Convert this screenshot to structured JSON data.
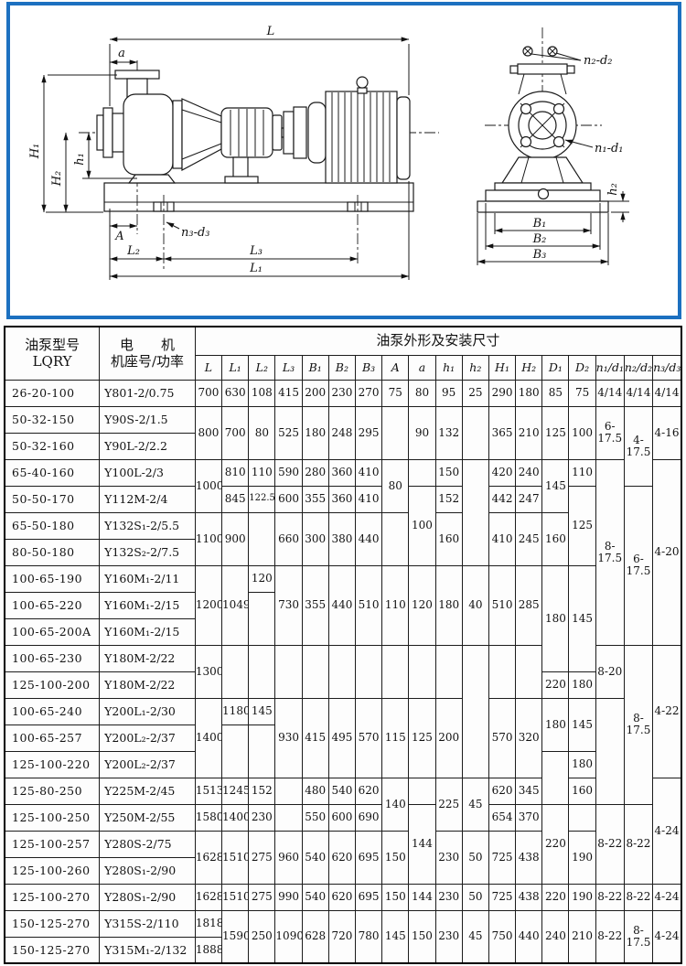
{
  "drawing": {
    "frame_color": "#1c70c0",
    "labels": {
      "L": "L",
      "a": "a",
      "H1": "H₁",
      "H2": "H₂",
      "h1": "h₁",
      "A": "A",
      "n3d3": "n₃-d₃",
      "L2": "L₂",
      "L3": "L₃",
      "L1": "L₁",
      "n2d2": "n₂-d₂",
      "n1d1": "n₁-d₁",
      "h2": "h₂",
      "B1": "B₁",
      "B2": "B₂",
      "B3": "B₃"
    }
  },
  "table": {
    "header": {
      "model_line1": "油泵型号",
      "model_line2": "LQRY",
      "motor_line1": "电　　机",
      "motor_line2": "机座号/功率",
      "span_title": "油泵外形及安装尺寸",
      "dims": [
        "L",
        "L₁",
        "L₂",
        "L₃",
        "B₁",
        "B₂",
        "B₃",
        "A",
        "a",
        "h₁",
        "h₂",
        "H₁",
        "H₂",
        "D₁",
        "D₂",
        "n₁/d₁",
        "n₂/d₂",
        "n₃/d₃"
      ]
    },
    "rows": [
      {
        "m": "26-20-100",
        "e": "Y801-2/0.75",
        "c": [
          [
            "700"
          ],
          [
            "630"
          ],
          [
            "108"
          ],
          [
            "415"
          ],
          [
            "200"
          ],
          [
            "230"
          ],
          [
            "270"
          ],
          [
            "75"
          ],
          [
            "80"
          ],
          [
            "95"
          ],
          [
            "25"
          ],
          [
            "290"
          ],
          [
            "180"
          ],
          [
            "85"
          ],
          [
            "75"
          ],
          [
            "4/14"
          ],
          [
            "4/14"
          ],
          [
            "4/14"
          ]
        ]
      },
      {
        "m": "50-32-150",
        "e": "Y90S-2/1.5",
        "c": [
          [
            "800",
            2
          ],
          [
            "700",
            2
          ],
          [
            "80",
            2
          ],
          [
            "525",
            2
          ],
          [
            "180",
            2
          ],
          [
            "248",
            2
          ],
          [
            "295",
            2
          ],
          [
            "",
            2
          ],
          [
            "90",
            2
          ],
          [
            "132",
            2
          ],
          [
            "",
            2
          ],
          [
            "365",
            2
          ],
          [
            "210",
            2
          ],
          [
            "125",
            2
          ],
          [
            "100",
            2
          ],
          [
            "6-17.5",
            2
          ],
          [
            "4-17.5",
            3
          ],
          [
            "4-16",
            2
          ]
        ]
      },
      {
        "m": "50-32-160",
        "e": "Y90L-2/2.2",
        "c": []
      },
      {
        "m": "65-40-160",
        "e": "Y100L-2/3",
        "c": [
          [
            "1000",
            2
          ],
          [
            "810"
          ],
          [
            "110"
          ],
          [
            "590"
          ],
          [
            "280"
          ],
          [
            "360"
          ],
          [
            "410"
          ],
          [
            "80",
            2
          ],
          [
            ""
          ],
          [
            "150"
          ],
          [
            "",
            4
          ],
          [
            "420"
          ],
          [
            "240"
          ],
          [
            "145",
            2
          ],
          [
            "110"
          ],
          [
            "8-17.5",
            7
          ],
          [
            "4-20",
            7
          ]
        ]
      },
      {
        "m": "50-50-170",
        "e": "Y112M-2/4",
        "c": [
          [
            "845"
          ],
          [
            "122.5",
            1,
            "s"
          ],
          [
            "600"
          ],
          [
            "355"
          ],
          [
            "360"
          ],
          [
            "410"
          ],
          [
            "100",
            3
          ],
          [
            "152"
          ],
          [
            "442"
          ],
          [
            "247"
          ],
          [
            "125",
            3
          ],
          [
            "6-17.5",
            6
          ]
        ]
      },
      {
        "m": "65-50-180",
        "e": "Y132S₁-2/5.5",
        "c": [
          [
            "1100",
            2
          ],
          [
            "900",
            2
          ],
          [
            "",
            2
          ],
          [
            "660",
            2
          ],
          [
            "300",
            2
          ],
          [
            "380",
            2
          ],
          [
            "440",
            2
          ],
          [
            "",
            2
          ],
          [
            "160",
            2
          ],
          [
            "410",
            2
          ],
          [
            "245",
            2
          ],
          [
            "160",
            2
          ]
        ]
      },
      {
        "m": "80-50-180",
        "e": "Y132S₂-2/7.5",
        "c": []
      },
      {
        "m": "100-65-190",
        "e": "Y160M₁-2/11",
        "c": [
          [
            "1200",
            3
          ],
          [
            "1049",
            3
          ],
          [
            "120"
          ],
          [
            "730",
            3
          ],
          [
            "355",
            3
          ],
          [
            "440",
            3
          ],
          [
            "510",
            3
          ],
          [
            "110",
            3
          ],
          [
            "120",
            3
          ],
          [
            "180",
            3
          ],
          [
            "40",
            3
          ],
          [
            "510",
            3
          ],
          [
            "285",
            3
          ],
          [
            "180",
            4
          ],
          [
            "145",
            4
          ]
        ]
      },
      {
        "m": "100-65-220",
        "e": "Y160M₁-2/15",
        "c": [
          [
            "",
            2
          ]
        ]
      },
      {
        "m": "100-65-200A",
        "e": "Y160M₁-2/15",
        "c": []
      },
      {
        "m": "100-65-230",
        "e": "Y180M-2/22",
        "c": [
          [
            "1300",
            2
          ],
          [
            "",
            2
          ],
          [
            "",
            2
          ],
          [
            "",
            2
          ],
          [
            "",
            2
          ],
          [
            "",
            2
          ],
          [
            "",
            2
          ],
          [
            "",
            2
          ],
          [
            "",
            2
          ],
          [
            "",
            2
          ],
          [
            "",
            5
          ],
          [
            "",
            2
          ],
          [
            "",
            2
          ],
          [
            "8-20",
            2
          ],
          [
            "8-17.5",
            6
          ],
          [
            "4-22",
            5
          ]
        ]
      },
      {
        "m": "125-100-200",
        "e": "Y180M-2/22",
        "c": [
          [
            "220"
          ],
          [
            "180"
          ]
        ]
      },
      {
        "m": "100-65-240",
        "e": "Y200L₁-2/30",
        "c": [
          [
            "1400",
            3
          ],
          [
            "1180"
          ],
          [
            "145"
          ],
          [
            "930",
            3
          ],
          [
            "415",
            3
          ],
          [
            "495",
            3
          ],
          [
            "570",
            3
          ],
          [
            "115",
            3
          ],
          [
            "125",
            3
          ],
          [
            "200",
            3
          ],
          [
            "570",
            3
          ],
          [
            "320",
            3
          ],
          [
            "180",
            2
          ],
          [
            "145",
            2
          ],
          [
            "",
            4
          ]
        ]
      },
      {
        "m": "100-65-257",
        "e": "Y200L₂-2/37",
        "c": [
          [
            "",
            2
          ],
          [
            "",
            2
          ]
        ]
      },
      {
        "m": "125-100-220",
        "e": "Y200L₂-2/37",
        "c": [
          [
            "",
            2
          ],
          [
            "180"
          ]
        ]
      },
      {
        "m": "125-80-250",
        "e": "Y225M-2/45",
        "c": [
          [
            "1513"
          ],
          [
            "1245"
          ],
          [
            "152"
          ],
          [
            ""
          ],
          [
            "480"
          ],
          [
            "540"
          ],
          [
            "620"
          ],
          [
            "140",
            2
          ],
          [
            ""
          ],
          [
            "225",
            2
          ],
          [
            "45",
            2
          ],
          [
            "620"
          ],
          [
            "345"
          ],
          [
            "160"
          ],
          [
            "4-24",
            4
          ]
        ]
      },
      {
        "m": "125-100-250",
        "e": "Y250M-2/55",
        "c": [
          [
            "1580"
          ],
          [
            "1400"
          ],
          [
            "230"
          ],
          [
            ""
          ],
          [
            "550"
          ],
          [
            "600"
          ],
          [
            "690"
          ],
          [
            "144",
            3
          ],
          [
            "654"
          ],
          [
            "370"
          ],
          [
            "220",
            3
          ],
          [
            ""
          ],
          [
            "8-22",
            3
          ],
          [
            "8-22",
            3
          ]
        ]
      },
      {
        "m": "125-100-257",
        "e": "Y280S-2/75",
        "c": [
          [
            "1628",
            2
          ],
          [
            "1510",
            2
          ],
          [
            "275",
            2
          ],
          [
            "960",
            2
          ],
          [
            "540",
            2
          ],
          [
            "620",
            2
          ],
          [
            "695",
            2
          ],
          [
            "150",
            2
          ],
          [
            "230",
            2
          ],
          [
            "50",
            2
          ],
          [
            "725",
            2
          ],
          [
            "438",
            2
          ],
          [
            "190",
            2
          ]
        ]
      },
      {
        "m": "125-100-260",
        "e": "Y280S₁-2/90",
        "c": []
      },
      {
        "m": "125-100-270",
        "e": "Y280S₁-2/90",
        "c": [
          [
            "1628"
          ],
          [
            "1510"
          ],
          [
            "275"
          ],
          [
            "990"
          ],
          [
            "540"
          ],
          [
            "620"
          ],
          [
            "695"
          ],
          [
            "150"
          ],
          [
            "144"
          ],
          [
            "230"
          ],
          [
            "50"
          ],
          [
            "725"
          ],
          [
            "438"
          ],
          [
            "220"
          ],
          [
            "190"
          ],
          [
            "8-22"
          ],
          [
            "8-22"
          ],
          [
            "4-24"
          ]
        ]
      },
      {
        "m": "150-125-270",
        "e": "Y315S-2/110",
        "c": [
          [
            "1818"
          ],
          [
            "1590",
            2
          ],
          [
            "250",
            2
          ],
          [
            "1090",
            2
          ],
          [
            "628",
            2
          ],
          [
            "720",
            2
          ],
          [
            "780",
            2
          ],
          [
            "145",
            2
          ],
          [
            "150",
            2
          ],
          [
            "230",
            2
          ],
          [
            "45",
            2
          ],
          [
            "750",
            2
          ],
          [
            "440",
            2
          ],
          [
            "240",
            2
          ],
          [
            "210",
            2
          ],
          [
            "8-22",
            2
          ],
          [
            "8-17.5",
            2
          ],
          [
            "4-24",
            2
          ]
        ]
      },
      {
        "m": "150-125-270",
        "e": "Y315M₁-2/132",
        "c": [
          [
            "1888"
          ]
        ]
      }
    ]
  }
}
